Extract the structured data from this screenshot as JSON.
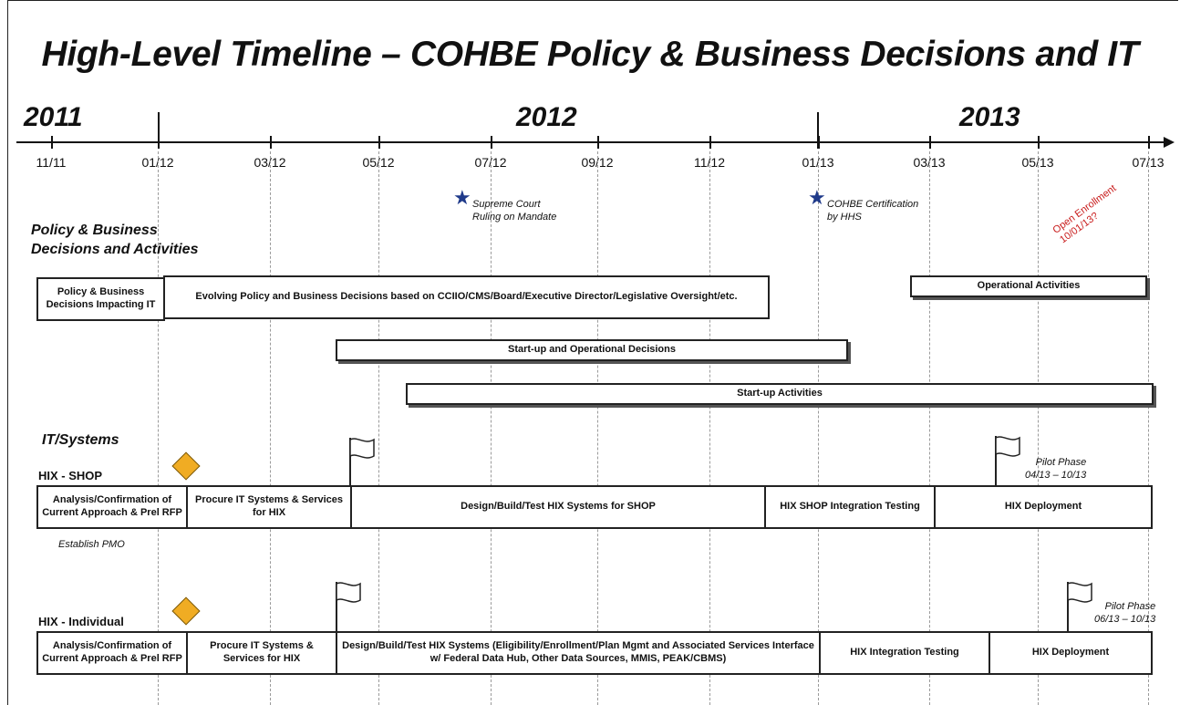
{
  "title": "High-Level Timeline – COHBE Policy & Business Decisions and IT",
  "years": [
    "2011",
    "2012",
    "2013"
  ],
  "ticks": [
    "11/11",
    "01/12",
    "03/12",
    "05/12",
    "07/12",
    "09/12",
    "11/12",
    "01/13",
    "03/13",
    "05/13",
    "07/13"
  ],
  "milestones": {
    "supreme_court": "Supreme Court\nRuling on Mandate",
    "certification": "COHBE Certification\nby HHS",
    "open_enrollment": "Open Enrollment\n10/01/13?"
  },
  "policy": {
    "section_label": "Policy & Business\nDecisions and Activities",
    "box1": "Policy & Business Decisions Impacting IT",
    "box2": "Evolving Policy and Business Decisions based on CCIIO/CMS/Board/Executive Director/Legislative Oversight/etc.",
    "box3": "Operational Activities",
    "box4": "Start-up and Operational Decisions",
    "box5": "Start-up Activities"
  },
  "it": {
    "section_label": "IT/Systems",
    "shop": {
      "label": "HIX - SHOP",
      "segments": [
        "Analysis/Confirmation of Current Approach & Prel RFP",
        "Procure IT Systems & Services for HIX",
        "Design/Build/Test HIX Systems  for SHOP",
        "HIX SHOP Integration Testing",
        "HIX Deployment"
      ],
      "note": "Establish PMO",
      "pilot": "Pilot Phase\n04/13 – 10/13"
    },
    "individual": {
      "label": "HIX - Individual",
      "segments": [
        "Analysis/Confirmation of Current Approach & Prel RFP",
        "Procure IT Systems & Services for HIX",
        "Design/Build/Test HIX Systems (Eligibility/Enrollment/Plan Mgmt and Associated Services Interface w/ Federal Data Hub, Other Data Sources, MMIS, PEAK/CBMS)",
        "HIX Integration Testing",
        "HIX Deployment"
      ],
      "pilot": "Pilot Phase\n06/13 – 10/13"
    }
  },
  "colors": {
    "star": "#1f3a8a",
    "diamond": "#f0ac23",
    "open_enrollment": "#c81a1a"
  },
  "icons": {
    "milestone": "star-icon",
    "decision": "diamond-icon",
    "phase": "flag-icon"
  }
}
